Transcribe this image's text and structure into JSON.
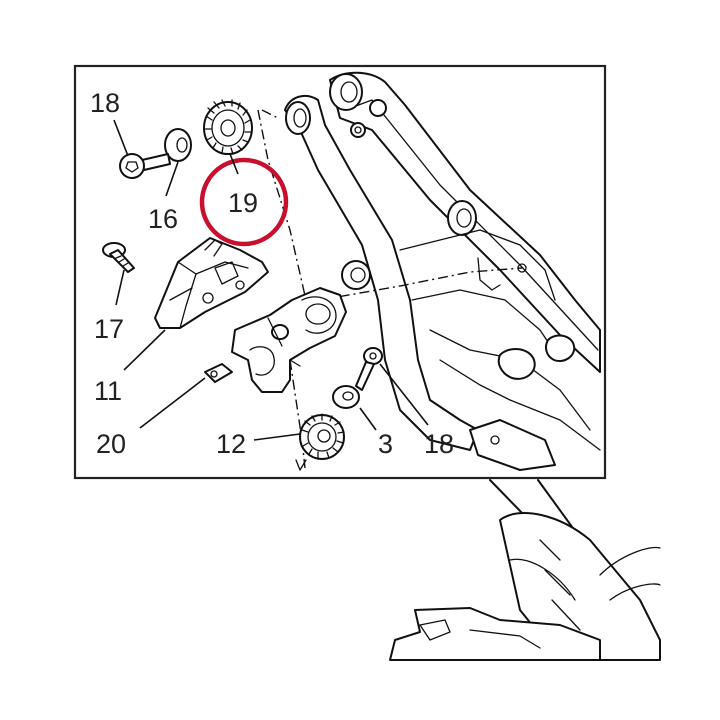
{
  "diagram": {
    "callouts": {
      "c18_top": "18",
      "c16": "16",
      "c19": "19",
      "c17": "17",
      "c11": "11",
      "c20": "20",
      "c12": "12",
      "c3": "3",
      "c18_bottom": "18"
    },
    "colors": {
      "highlight_ring": "#c8102e",
      "line": "#111111",
      "frame": "#222222"
    },
    "highlighted_part": "19"
  }
}
